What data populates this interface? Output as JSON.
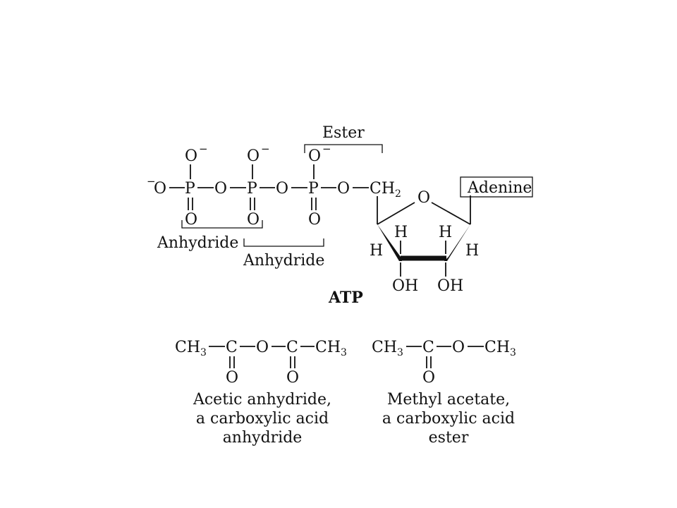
{
  "atp": {
    "name": "ATP",
    "o_minus": "O",
    "minus": "−",
    "p": "P",
    "o": "O",
    "ch2": "CH",
    "ch2_sub": "2",
    "ring_o": "O",
    "h": "H",
    "oh": "OH",
    "adenine": "Adenine",
    "ester_label": "Ester",
    "anhydride_label": "Anhydride"
  },
  "acetic_anhydride": {
    "ch3": "CH",
    "ch3_sub": "3",
    "c": "C",
    "o": "O",
    "caption_lines": [
      "Acetic anhydride,",
      "a carboxylic acid",
      "anhydride"
    ]
  },
  "methyl_acetate": {
    "ch3": "CH",
    "ch3_sub": "3",
    "c": "C",
    "o": "O",
    "caption_lines": [
      "Methyl acetate,",
      "a carboxylic acid",
      "ester"
    ]
  }
}
